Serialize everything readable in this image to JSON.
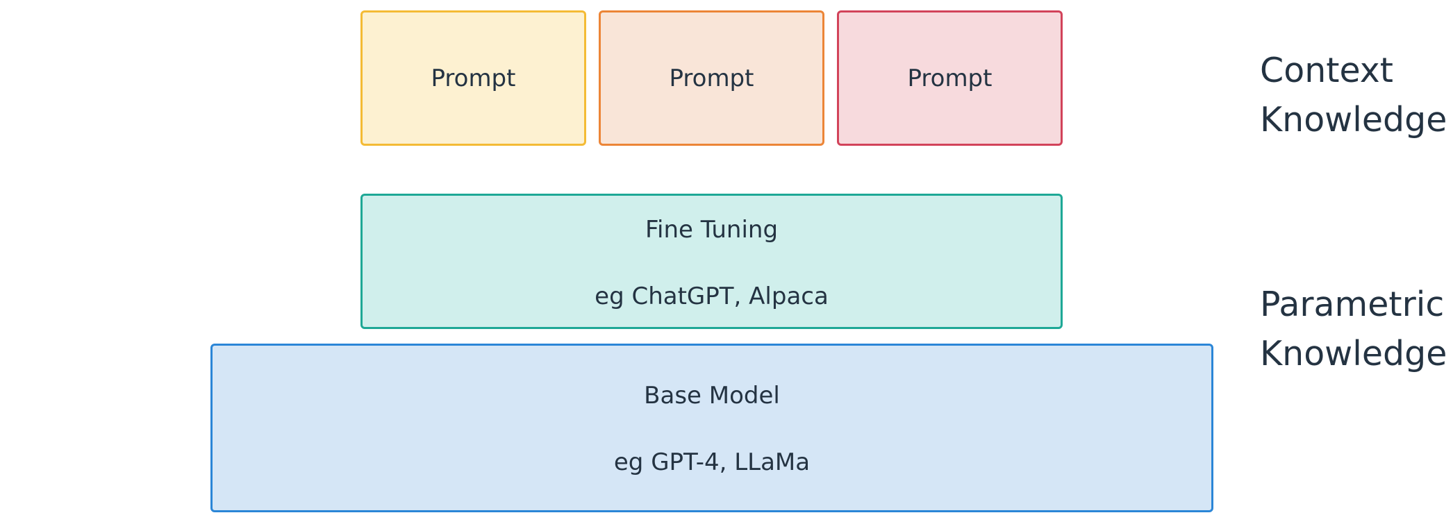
{
  "prompts": [
    {
      "label": "Prompt",
      "fill": "#fdf1d1",
      "border": "#f4bb35"
    },
    {
      "label": "Prompt",
      "fill": "#f9e5d8",
      "border": "#ec8537"
    },
    {
      "label": "Prompt",
      "fill": "#f7dadd",
      "border": "#d2435a"
    }
  ],
  "fine_tuning": {
    "title": "Fine Tuning",
    "examples": "eg ChatGPT, Alpaca",
    "fill": "#d0efec",
    "border": "#1ea896"
  },
  "base_model": {
    "title": "Base Model",
    "examples": "eg GPT-4, LLaMa",
    "fill": "#d5e6f6",
    "border": "#2b86d7"
  },
  "side_labels": {
    "context": {
      "line1": "Context",
      "line2": "Knowledge"
    },
    "parametric": {
      "line1": "Parametric",
      "line2": "Knowledge"
    }
  },
  "colors": {
    "text": "#243342"
  }
}
